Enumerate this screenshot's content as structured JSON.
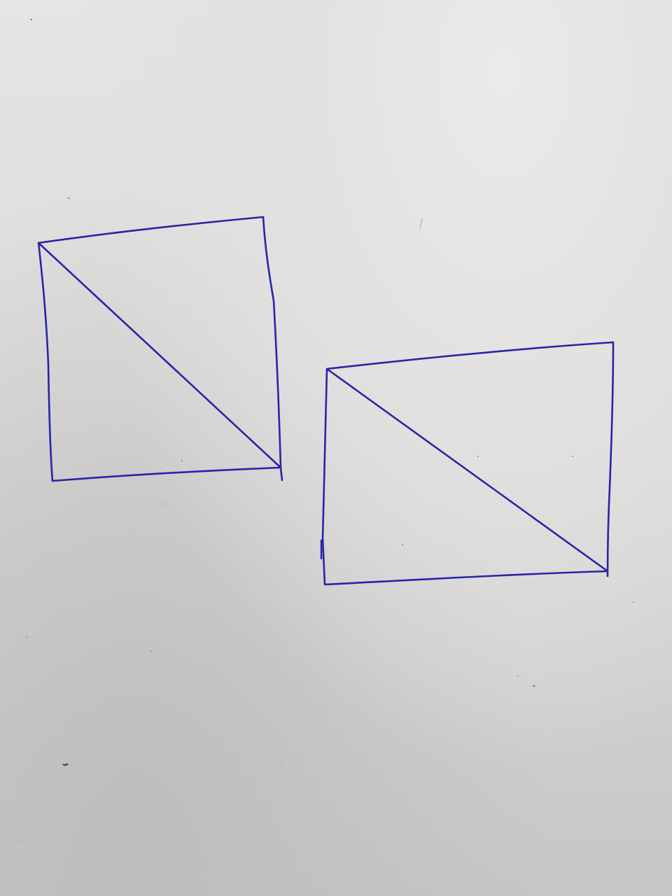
{
  "scene": {
    "paper_color": "#dcdbd9",
    "ink_color": "#2a24a8",
    "shapes": [
      {
        "name": "left-square",
        "kind": "hand-drawn rectangle"
      },
      {
        "name": "right-rectangle",
        "kind": "hand-drawn rectangle"
      }
    ]
  }
}
